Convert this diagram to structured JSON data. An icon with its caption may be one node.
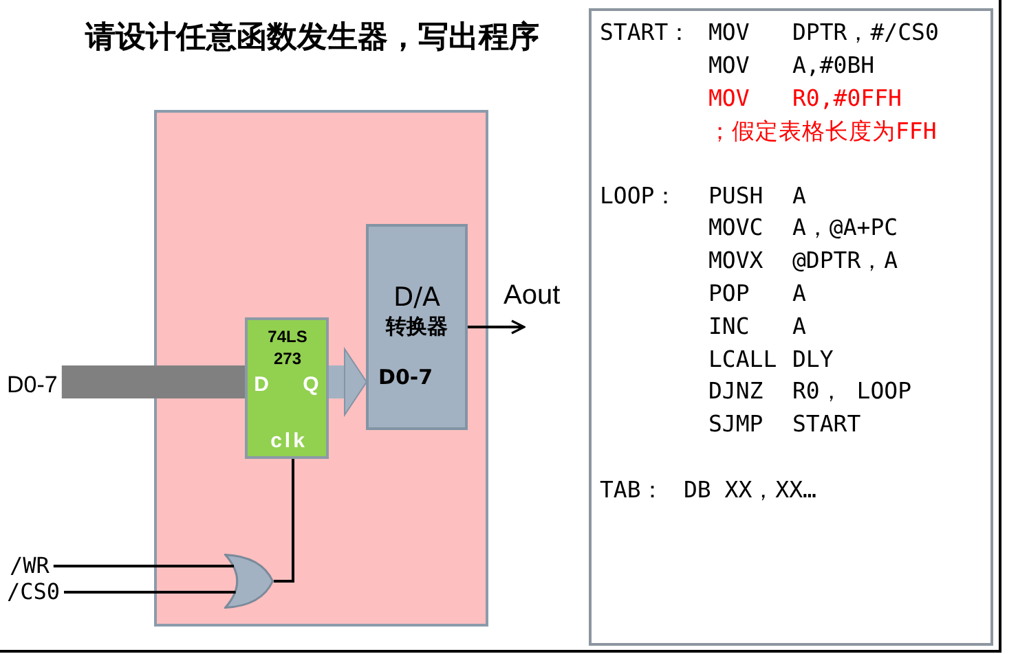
{
  "diagram": {
    "title": "请设计任意函数发生器，写出程序",
    "nodes": [
      {
        "text": [],
        "shape": "box"
      },
      {
        "text": [
          "D/A",
          "转换器",
          "D0-7"
        ],
        "in": 0
      },
      {
        "text": [
          "74LS 273",
          "D",
          "Q",
          "clk"
        ],
        "in": 0
      },
      {
        "text": [],
        "shape": "gate",
        "in": 0
      },
      {
        "text": [
          "D0-7"
        ]
      },
      {
        "text": [
          "/WR"
        ]
      },
      {
        "text": [
          "/CS0"
        ]
      },
      {
        "text": [
          "START：",
          "MOV",
          "DPTR，#/CS0",
          "MOV",
          "A,#0BH",
          "MOV",
          "R0,#0FFH",
          "；假定表格长度为FFH",
          "LOOP：",
          "PUSH",
          "A",
          "MOVC",
          "A，@A+PC",
          "MOVX",
          "@DPTR，A",
          "POP",
          "A",
          "INC",
          "A",
          "LCALL",
          "DLY",
          "DJNZ",
          "R0， LOOP",
          "SJMP",
          "START",
          "TAB：",
          "DB XX，XX…"
        ]
      }
    ],
    "edges": [
      {
        "from": 4,
        "to": 2,
        "arrow": "none",
        "style": "thick",
        "color": "#808080"
      },
      {
        "from": 2,
        "to": 1,
        "arrow": "to",
        "style": "thick",
        "color": "#a3b2c2"
      },
      {
        "from": 1,
        "to": null,
        "arrow": "to",
        "label": "Aout"
      },
      {
        "from": 5,
        "to": 3,
        "arrow": "none"
      },
      {
        "from": 6,
        "to": 3,
        "arrow": "none"
      },
      {
        "from": 3,
        "to": 2,
        "arrow": "none"
      }
    ]
  }
}
